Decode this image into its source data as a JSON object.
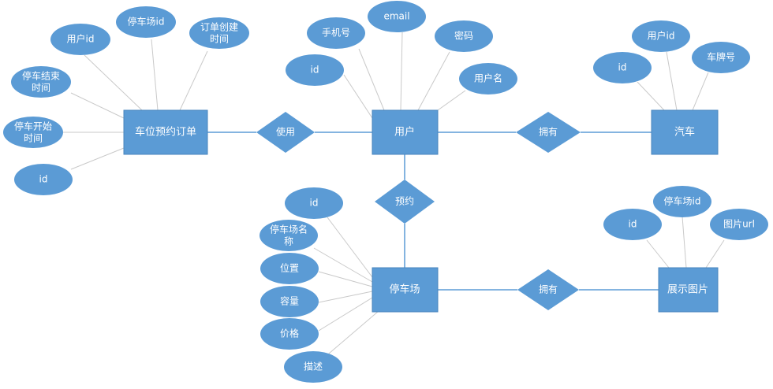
{
  "diagram": {
    "entities": {
      "order": "车位预约订单",
      "user": "用户",
      "car": "汽车",
      "lot": "停车场",
      "pic": "展示图片"
    },
    "relations": {
      "use": "使用",
      "own_car": "拥有",
      "reserve": "预约",
      "own_pic": "拥有"
    },
    "attributes": {
      "o_userid": "用户id",
      "o_lotid": "停车场id",
      "o_create": [
        "订单创建",
        "时间"
      ],
      "o_end": [
        "停车结束",
        "时间"
      ],
      "o_start": [
        "停车开始",
        "时间"
      ],
      "o_id": "id",
      "u_id": "id",
      "u_phone": "手机号",
      "u_email": "email",
      "u_pwd": "密码",
      "u_name": "用户名",
      "c_id": "id",
      "c_userid": "用户id",
      "c_plate": "车牌号",
      "l_id": "id",
      "l_name": [
        "停车场名",
        "称"
      ],
      "l_pos": "位置",
      "l_cap": "容量",
      "l_price": "价格",
      "l_desc": "描述",
      "p_id": "id",
      "p_lotid": "停车场id",
      "p_url": "图片url"
    }
  }
}
